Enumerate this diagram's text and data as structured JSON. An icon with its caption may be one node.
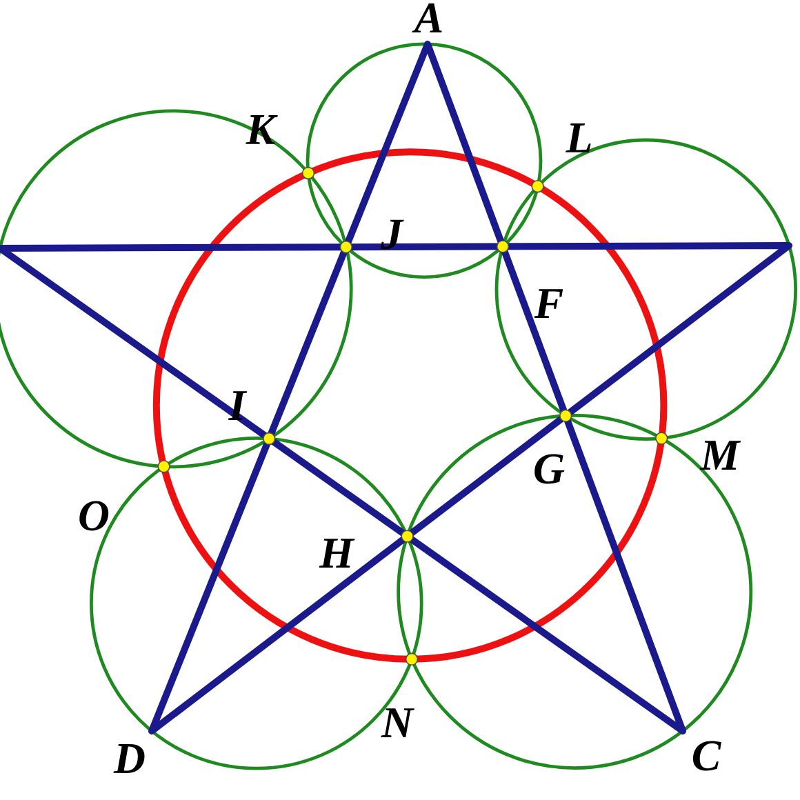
{
  "diagram": {
    "labels": [
      "A",
      "K",
      "L",
      "J",
      "F",
      "I",
      "G",
      "M",
      "O",
      "H",
      "N",
      "D",
      "C"
    ]
  }
}
